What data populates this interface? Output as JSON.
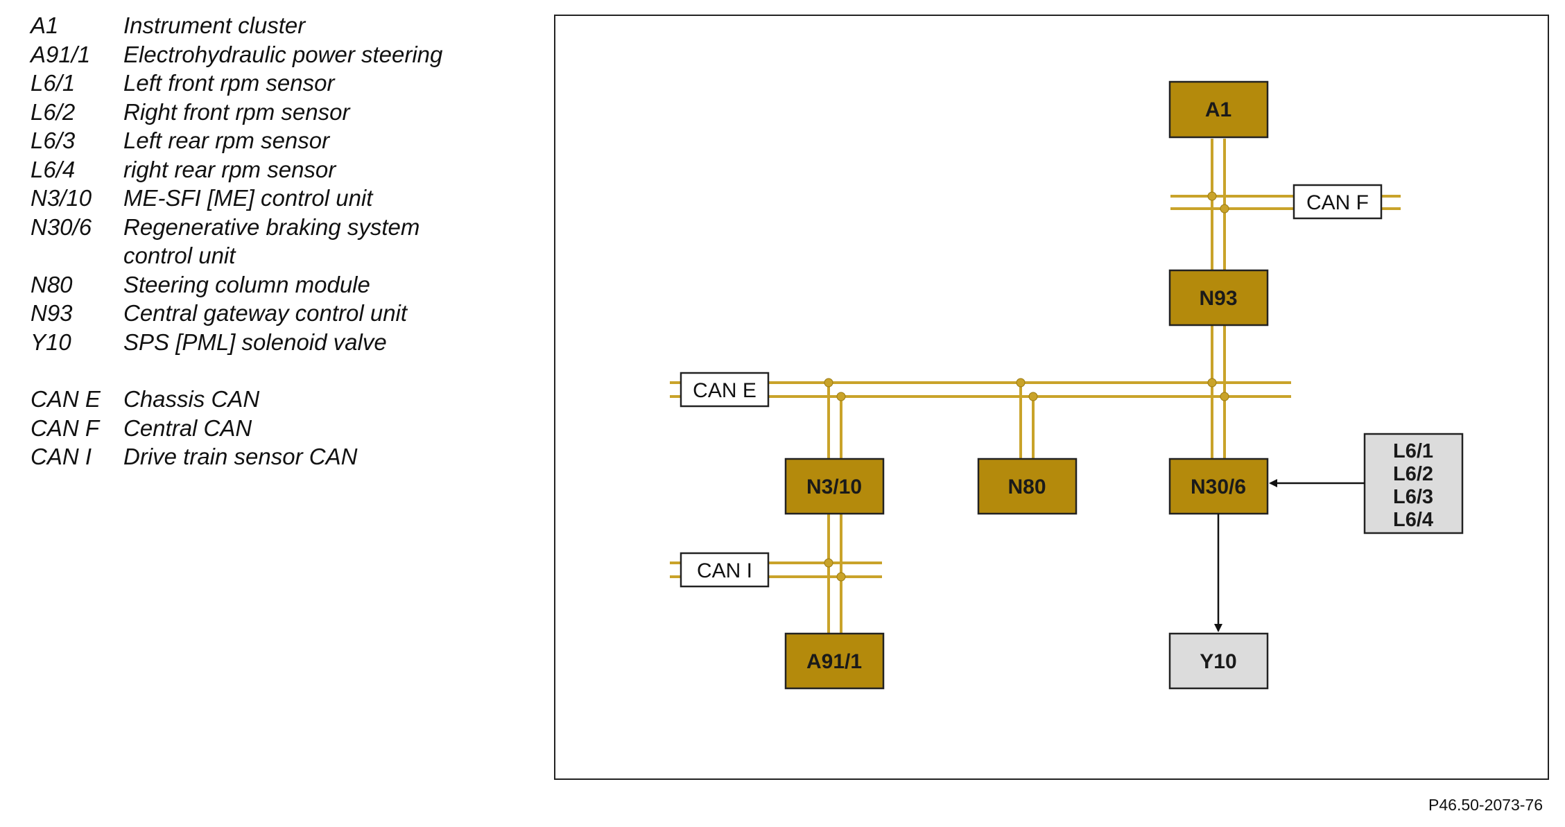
{
  "legend": {
    "items": [
      {
        "code": "A1",
        "desc": "Instrument cluster"
      },
      {
        "code": "A91/1",
        "desc": "Electrohydraulic power steering"
      },
      {
        "code": "L6/1",
        "desc": "Left front rpm sensor"
      },
      {
        "code": "L6/2",
        "desc": "Right front rpm sensor"
      },
      {
        "code": "L6/3",
        "desc": "Left rear rpm sensor"
      },
      {
        "code": "L6/4",
        "desc": "right rear rpm sensor"
      },
      {
        "code": "N3/10",
        "desc": "ME-SFI [ME] control unit"
      },
      {
        "code": "N30/6",
        "desc": "Regenerative braking system control unit"
      },
      {
        "code": "N80",
        "desc": "Steering column module"
      },
      {
        "code": "N93",
        "desc": "Central gateway control unit"
      },
      {
        "code": "Y10",
        "desc": "SPS [PML] solenoid valve"
      }
    ],
    "bus_items": [
      {
        "code": "CAN E",
        "desc": "Chassis CAN"
      },
      {
        "code": "CAN F",
        "desc": "Central CAN"
      },
      {
        "code": "CAN I",
        "desc": "Drive train sensor CAN"
      }
    ]
  },
  "diagram": {
    "colors": {
      "component_fill": "#b48a0c",
      "bus_line": "#c9a32a",
      "passive_fill": "#dcdcdc",
      "border": "#222222"
    },
    "nodes": {
      "a1": "A1",
      "n93": "N93",
      "n3_10": "N3/10",
      "n80": "N80",
      "n30_6": "N30/6",
      "a91_1": "A91/1",
      "y10": "Y10"
    },
    "sensors": [
      "L6/1",
      "L6/2",
      "L6/3",
      "L6/4"
    ],
    "buses": {
      "can_f": "CAN F",
      "can_e": "CAN E",
      "can_i": "CAN I"
    }
  },
  "reference_code": "P46.50-2073-76"
}
